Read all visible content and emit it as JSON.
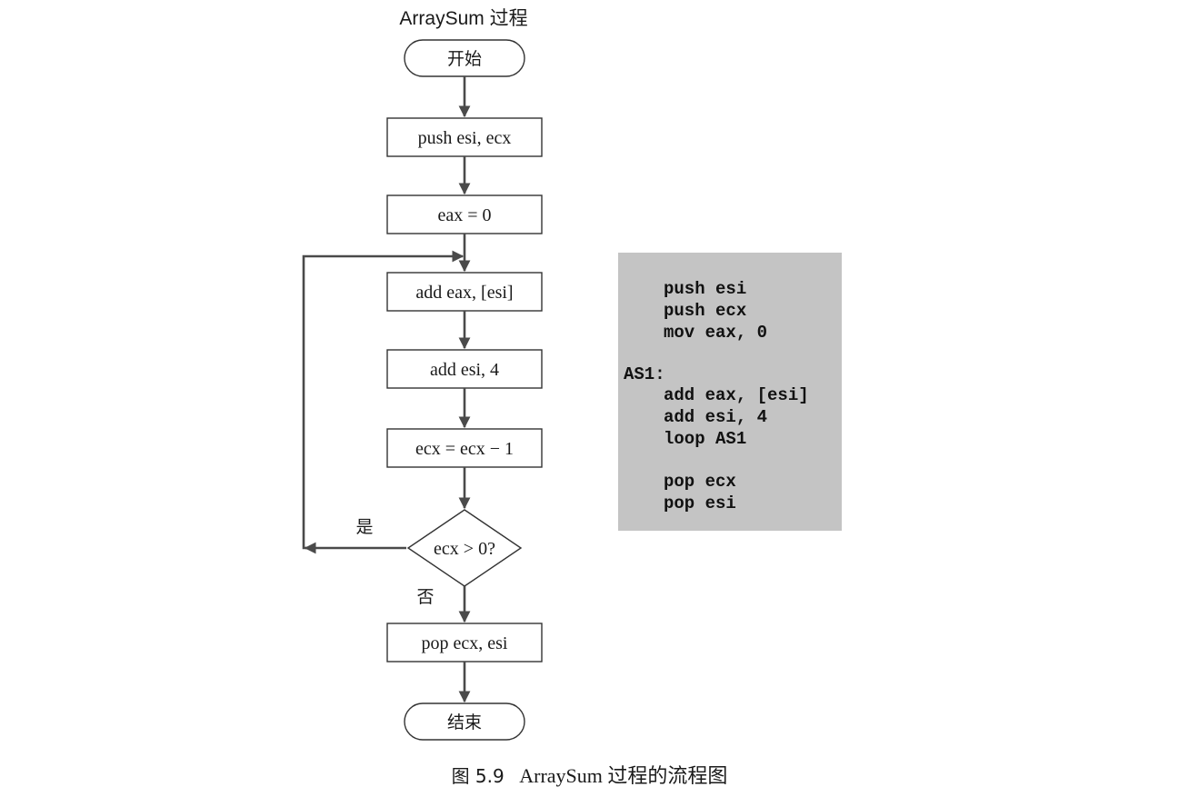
{
  "flowchart": {
    "title": "ArraySum 过程",
    "start_label": "开始",
    "end_label": "结束",
    "steps": [
      "push esi, ecx",
      "eax = 0",
      "add eax, [esi]",
      "add esi, 4",
      "ecx = ecx − 1"
    ],
    "decision": {
      "label": "ecx > 0?",
      "yes_label": "是",
      "no_label": "否"
    },
    "final_step": "pop ecx, esi"
  },
  "code_listing": {
    "lines": [
      "push esi",
      "push ecx",
      "mov eax, 0",
      "AS1:",
      "add eax, [esi]",
      "add esi, 4",
      "loop AS1",
      "pop ecx",
      "pop esi"
    ]
  },
  "caption": {
    "figure_number": "图 5.9",
    "text": "ArraySum 过程的流程图"
  }
}
